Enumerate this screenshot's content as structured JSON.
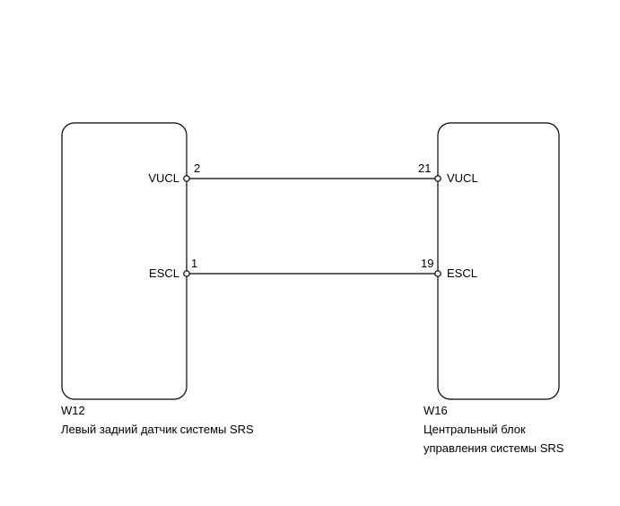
{
  "left_component": {
    "code": "W12",
    "name": "Левый задний датчик системы SRS",
    "pins": [
      {
        "label": "VUCL",
        "number": "2"
      },
      {
        "label": "ESCL",
        "number": "1"
      }
    ]
  },
  "right_component": {
    "code": "W16",
    "name_line1": "Центральный блок",
    "name_line2": "управления системы SRS",
    "pins": [
      {
        "label": "VUCL",
        "number": "21"
      },
      {
        "label": "ESCL",
        "number": "19"
      }
    ]
  }
}
